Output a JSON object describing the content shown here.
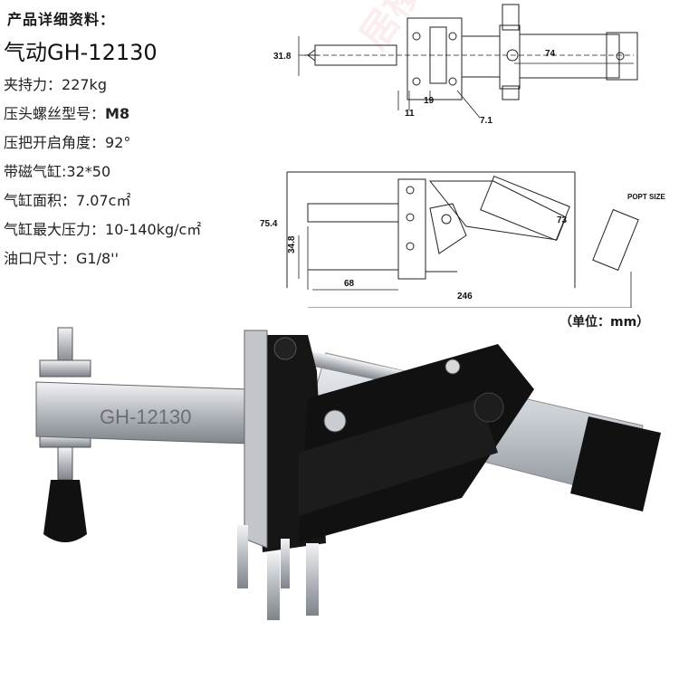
{
  "header": {
    "title": "产品详细资料："
  },
  "product": {
    "model": "气动GH-12130"
  },
  "specs": [
    {
      "label": "夹持力：",
      "value": "227kg"
    },
    {
      "label": "压头螺丝型号：",
      "value": "M8"
    },
    {
      "label": "压把开启角度：",
      "value": "92°"
    },
    {
      "label": "带磁气缸:",
      "value": "32*50"
    },
    {
      "label": "气缸面积：",
      "value": "7.07c㎡"
    },
    {
      "label": "气缸最大压力：",
      "value": "10-140kg/c㎡"
    },
    {
      "label": "油口尺寸：",
      "value": "G1/8''"
    }
  ],
  "drawing_top": {
    "dims": {
      "height": "31.8",
      "cyl": "74",
      "a": "11",
      "b": "19",
      "c": "7.1"
    }
  },
  "drawing_side": {
    "dims": {
      "total_h": "75.4",
      "low_h": "34.8",
      "base": "68",
      "total_len": "246",
      "cyl_len": "73",
      "port": "POPT SIZE"
    }
  },
  "unit_note": "（单位：mm）",
  "photo": {
    "engraving": "GH-12130"
  },
  "colors": {
    "body_black": "#111111",
    "steel": "#c9ccd0",
    "cylinder": "#d9dde2"
  },
  "watermark": "居楼加速夹具"
}
